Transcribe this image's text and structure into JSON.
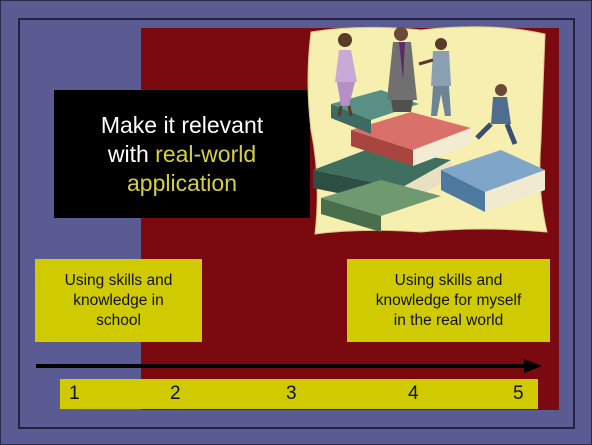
{
  "slide": {
    "title": {
      "line1": "Make it relevant",
      "line2_prefix": "with ",
      "line2_accent": "real-world",
      "line3": "application"
    },
    "left_label": {
      "lines": [
        "Using skills and",
        "knowledge in",
        "school"
      ]
    },
    "right_label": {
      "lines": [
        "Using skills and",
        "knowledge for myself",
        "in the real world"
      ]
    },
    "scale": [
      "1",
      "2",
      "3",
      "4",
      "5"
    ],
    "clipart_icon": "people-on-books-clipart-icon",
    "colors": {
      "background": "#5b5b94",
      "panel": "#7a0a10",
      "title_box": "#000000",
      "accent_text": "#d6d040",
      "label_fill": "#cfcb00"
    }
  }
}
